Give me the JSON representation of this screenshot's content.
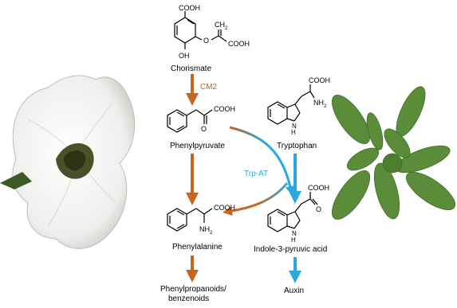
{
  "compounds": {
    "chorismate": "Chorismate",
    "phenylpyruvate": "Phenylpyruvate",
    "tryptophan": "Tryptophan",
    "phenylalanine": "Phenylalanine",
    "indole_pyruvic": "Indole-3-pyruvic acid",
    "phenylpropanoids_line1": "Phenylpropanoids/",
    "phenylpropanoids_line2": "benzenoids",
    "auxin": "Auxin"
  },
  "enzymes": {
    "cm2": "CM2",
    "trp_at": "Trp-AT"
  },
  "atoms": {
    "cooh": "COOH",
    "ch2": "CH",
    "ch2_sub": "2",
    "oh": "OH",
    "o": "O",
    "nh2": "NH",
    "nh2_sub": "2",
    "nh": "N",
    "h": "H"
  },
  "colors": {
    "orange_arrow": "#c5651f",
    "blue_arrow": "#29a9df",
    "cm2_text": "#c5651f",
    "trpat_text": "#29a9df",
    "leaf": "#5a8c3a",
    "petal": "#f4f4f2"
  }
}
